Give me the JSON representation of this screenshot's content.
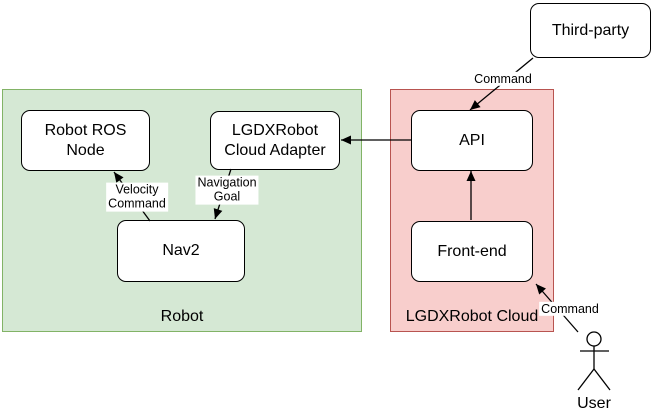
{
  "containers": {
    "robot": {
      "label": "Robot",
      "fill": "#d5e8d4",
      "border": "#82b366"
    },
    "cloud": {
      "label": "LGDXRobot Cloud",
      "fill": "#f8cecc",
      "border": "#b85450"
    }
  },
  "nodes": {
    "robot_ros_node": {
      "label": "Robot ROS\nNode"
    },
    "cloud_adapter": {
      "label": "LGDXRobot\nCloud Adapter"
    },
    "nav2": {
      "label": "Nav2"
    },
    "api": {
      "label": "API"
    },
    "front_end": {
      "label": "Front-end"
    },
    "third_party": {
      "label": "Third-party"
    }
  },
  "edges": {
    "velocity_command_label": "Velocity\nCommand",
    "navigation_goal_label": "Navigation\nGoal",
    "third_party_command_label": "Command",
    "user_command_label": "Command"
  },
  "actor": {
    "label": "User"
  }
}
